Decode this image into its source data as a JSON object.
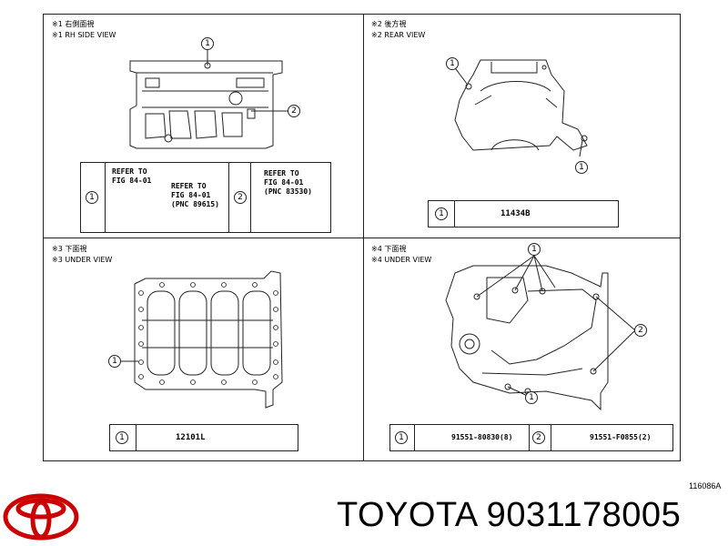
{
  "panels": {
    "p1": {
      "label_jp": "※1 右側面視",
      "label_en": "※1 RH SIDE VIEW"
    },
    "p2": {
      "label_jp": "※2 後方視",
      "label_en": "※2 REAR VIEW"
    },
    "p3": {
      "label_jp": "※3 下面視",
      "label_en": "※3 UNDER VIEW"
    },
    "p4": {
      "label_jp": "※4 下面視",
      "label_en": "※4 UNDER VIEW"
    }
  },
  "callouts": {
    "one": "1",
    "two": "2"
  },
  "legend1": {
    "ref_a": "REFER TO\nFIG 84-01",
    "ref_b": "REFER TO\nFIG 84-01\n(PNC 89615)",
    "ref_c": "REFER TO\nFIG 84-01\n(PNC 83530)"
  },
  "legend2": {
    "part": "11434B"
  },
  "legend3": {
    "part": "12101L"
  },
  "legend4": {
    "part_a": "91551-80830(8)",
    "part_b": "91551-F0855(2)"
  },
  "drawing_code": "116086A",
  "brand_line": "TOYOTA 9031178005",
  "colors": {
    "logo": "#cc0000",
    "line": "#222222"
  }
}
